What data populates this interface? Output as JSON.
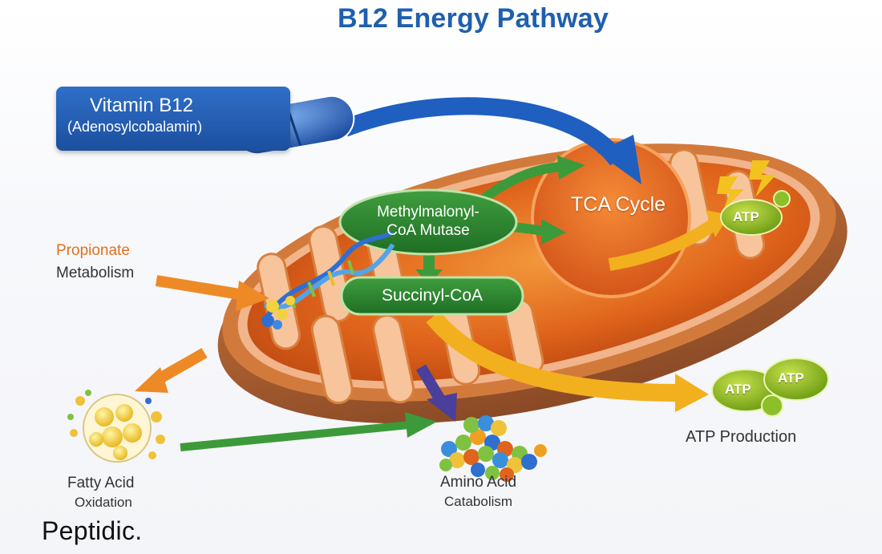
{
  "title": "B12 Energy Pathway",
  "vitamin": {
    "name": "Vitamin B12",
    "form": "(Adenosylcobalamin)"
  },
  "enzyme": {
    "line1": "Methylmalonyl-",
    "line2": "CoA Mutase"
  },
  "product": "Succinyl-CoA",
  "cycle": "TCA Cycle",
  "propionate": {
    "line1": "Propionate",
    "line2": "Metabolism"
  },
  "fatty_acid": {
    "line1": "Fatty Acid",
    "line2": "Oxidation"
  },
  "amino_acid": {
    "line1": "Amino Acid",
    "line2": "Catabolism"
  },
  "atp_label": "ATP",
  "atp_production": "ATP Production",
  "brand": "Peptidic.",
  "colors": {
    "title": "#1f5fae",
    "vitamin_box": "#1c4f9e",
    "enzyme_green": "#2e8a2e",
    "orange": "#e0701e",
    "yellow_arrow": "#f2b01e",
    "green_arrow": "#3d9a3a",
    "purple_arrow": "#4a3f9a",
    "atp_green": "#7fae1c"
  }
}
